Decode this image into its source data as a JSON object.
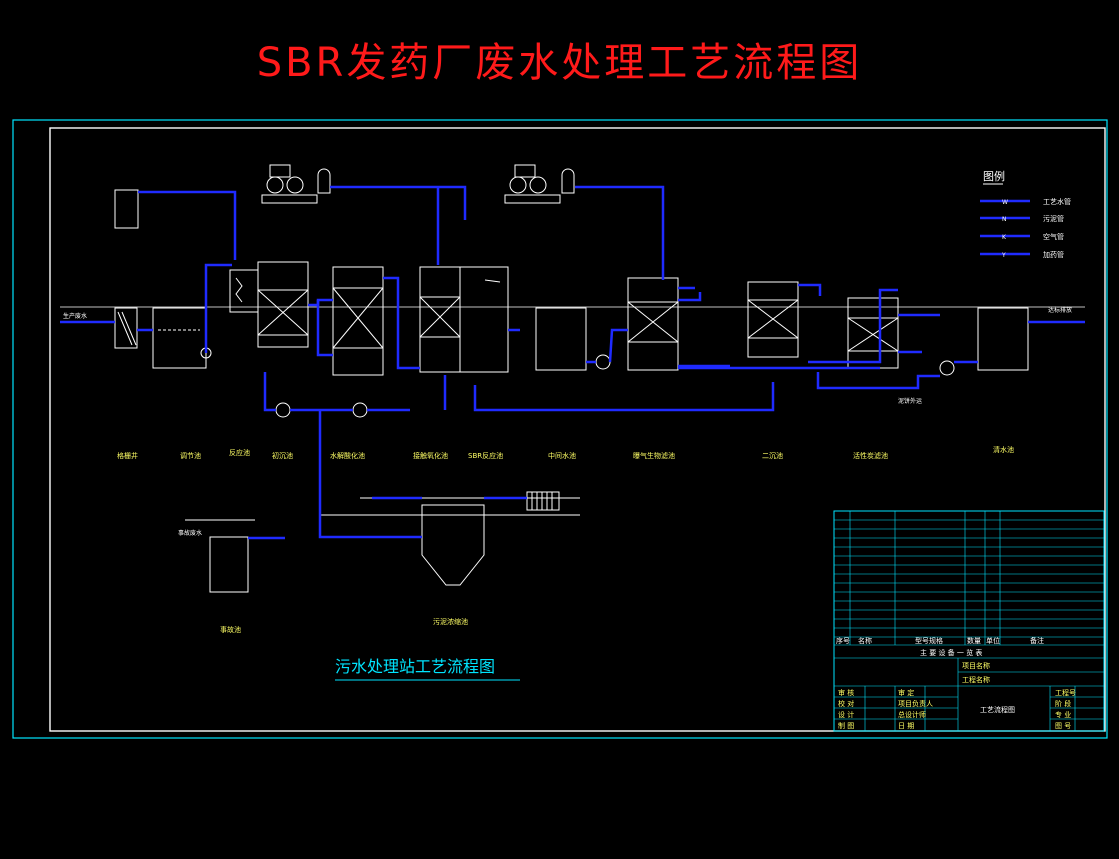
{
  "title": "SBR发药厂废水处理工艺流程图",
  "subtitle": "污水处理站工艺流程图",
  "legend": {
    "heading": "图例",
    "items": [
      {
        "label": "工艺水管",
        "marker": "W"
      },
      {
        "label": "污泥管",
        "marker": "N"
      },
      {
        "label": "空气管",
        "marker": "K"
      },
      {
        "label": "加药管",
        "marker": "Y"
      }
    ]
  },
  "units": [
    "格栅井",
    "调节池",
    "反应池",
    "初沉池",
    "水解酸化池",
    "接触氧化池",
    "SBR反应池",
    "中间水池",
    "曝气生物滤池",
    "二沉池",
    "活性炭滤池",
    "清水池",
    "事故池",
    "污泥浓缩池"
  ],
  "pipe_labels": {
    "inlet": "生产废水",
    "emergency_inlet": "事故废水",
    "outlet": "达标排放",
    "sludge_out": "泥饼外运"
  },
  "title_block": {
    "table_caption": "主 要 设 备 一 览 表",
    "project": "项目名称",
    "sub_project": "工程名称",
    "drawing_name": "工艺流程图",
    "roles": [
      "审 核",
      "校 对",
      "设 计",
      "制 图"
    ],
    "roles2": [
      "审 定",
      "项目负责人",
      "总设计师",
      "日 期"
    ],
    "right": [
      "工程号",
      "阶 段",
      "专 业",
      "图 号"
    ],
    "header": [
      "序号",
      "名称",
      "型号规格",
      "数量",
      "单位",
      "备注"
    ]
  },
  "colors": {
    "pipe": "#1f2bff",
    "frame": "#00e5ff",
    "line": "#ffffff",
    "title": "#ff1a1a",
    "equipment_text": "#ffff00",
    "subtitle": "#00e5ff"
  }
}
